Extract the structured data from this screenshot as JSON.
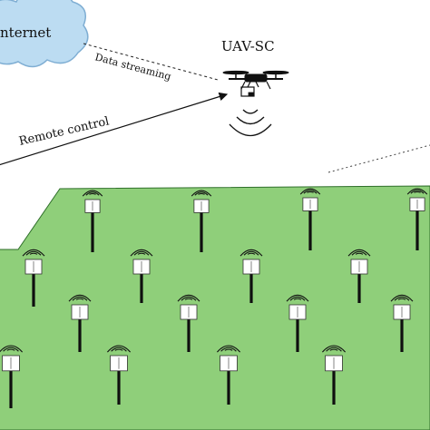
{
  "labels": {
    "internet": "nternet",
    "uav": "UAV-SC",
    "data_streaming": "Data streaming",
    "remote_control": "Remote control"
  },
  "icons": {
    "cloud": "cloud-icon",
    "drone": "drone-icon",
    "signal": "wireless-signal-icon",
    "sensor": "sensor-node-icon"
  },
  "colors": {
    "cloud_fill": "#bcdcf2",
    "cloud_stroke": "#7faed3",
    "field_fill": "#8fcf7a",
    "field_stroke": "#2f6f2a",
    "pole": "#0f0f0f",
    "box_fill": "#ffffff",
    "box_stroke": "#333333"
  }
}
